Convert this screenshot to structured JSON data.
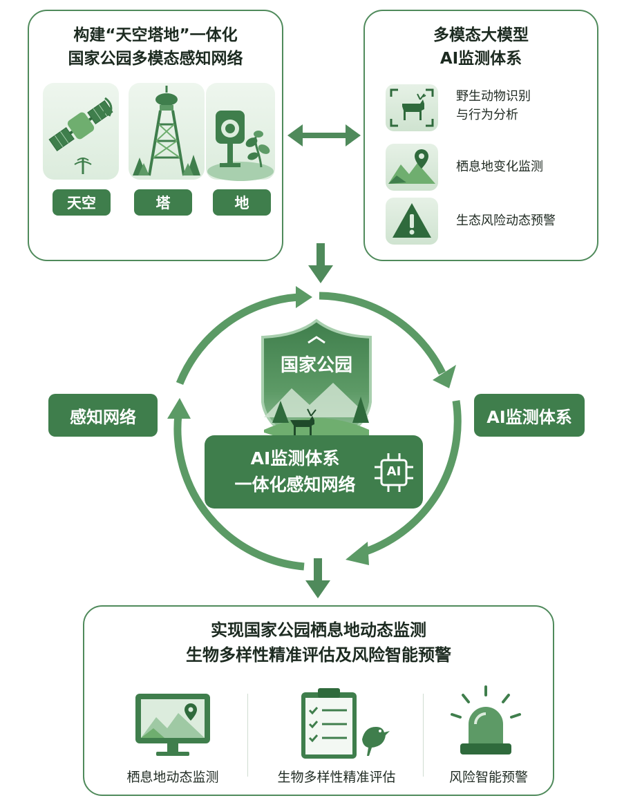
{
  "colors": {
    "primary": "#3f7e4c",
    "border": "#4f8a5b",
    "light": "#dcecdd"
  },
  "top_left": {
    "title_line1": "构建“天空塔地”一体化",
    "title_line2": "国家公园多模态感知网络",
    "tiles": [
      {
        "icon": "satellite-icon",
        "label": "天空"
      },
      {
        "icon": "tower-icon",
        "label": "塔"
      },
      {
        "icon": "ground-camera-icon",
        "label": "地"
      }
    ]
  },
  "top_right": {
    "title_line1": "多模态大模型",
    "title_line2": "AI监测体系",
    "items": [
      {
        "icon": "deer-recognition-icon",
        "line1": "野生动物识别",
        "line2": "与行为分析"
      },
      {
        "icon": "habitat-map-icon",
        "line1": "栖息地变化监测",
        "line2": ""
      },
      {
        "icon": "warning-icon",
        "line1": "生态风险动态预警",
        "line2": ""
      }
    ]
  },
  "cycle": {
    "left_label": "感知网络",
    "right_label": "AI监测体系",
    "badge_label": "国家公园",
    "center_line1": "AI监测体系",
    "center_line2": "一体化感知网络",
    "chip_label": "AI"
  },
  "bottom": {
    "title_line1": "实现国家公园栖息地动态监测",
    "title_line2": "生物多样性精准评估及风险智能预警",
    "items": [
      {
        "icon": "monitor-map-icon",
        "label": "栖息地动态监测"
      },
      {
        "icon": "clipboard-bird-icon",
        "label": "生物多样性精准评估"
      },
      {
        "icon": "alarm-light-icon",
        "label": "风险智能预警"
      }
    ]
  }
}
